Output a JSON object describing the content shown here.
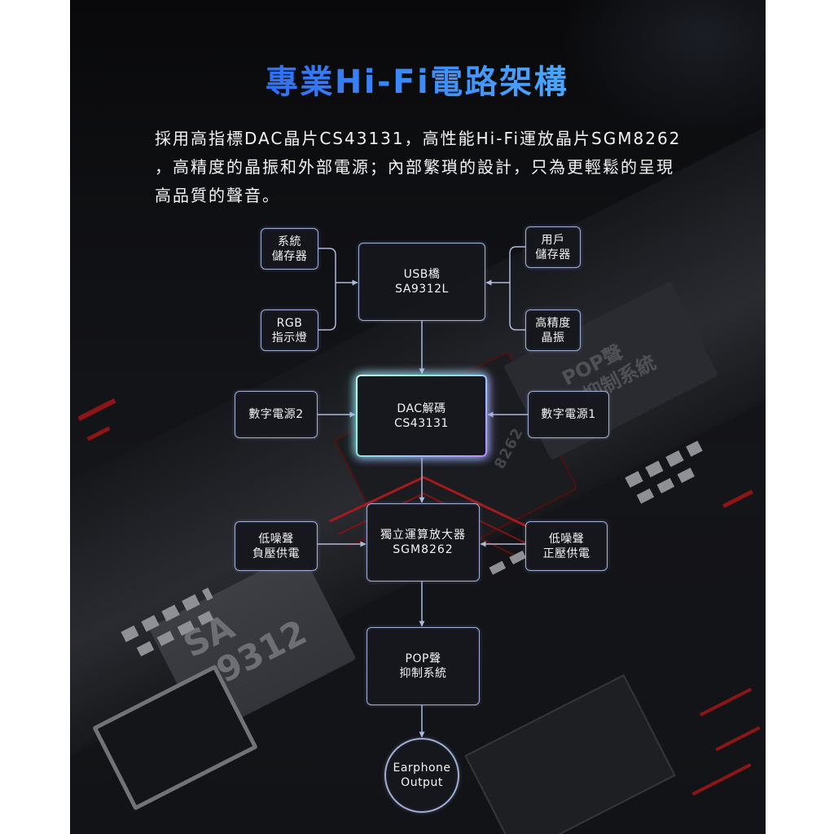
{
  "title": "專業Hi-Fi電路架構",
  "intro": {
    "lines": [
      "採用高指標DAC晶片CS43131，高性能Hi-Fi運放晶片SGM8262",
      "，高精度的晶振和外部電源；內部繁瑣的設計，只為更輕鬆的呈現",
      "高品質的聲音。"
    ]
  },
  "diagram": {
    "system_storage": [
      "系統",
      "儲存器"
    ],
    "rgb_indicator": [
      "RGB",
      "指示燈"
    ],
    "usb_bridge": [
      "USB橋",
      "SA9312L"
    ],
    "user_storage": [
      "用戶",
      "儲存器"
    ],
    "crystal": [
      "高精度",
      "晶振"
    ],
    "digital_power_2": [
      "數字電源2"
    ],
    "dac": [
      "DAC解碼",
      "CS43131"
    ],
    "digital_power_1": [
      "數字電源1"
    ],
    "negative_supply": [
      "低噪聲",
      "負壓供電"
    ],
    "op_amp": [
      "獨立運算放大器",
      "SGM8262"
    ],
    "positive_supply": [
      "低噪聲",
      "正壓供電"
    ],
    "pop_suppression": [
      "POP聲",
      "抑制系統"
    ],
    "output": [
      "Earphone",
      "Output"
    ]
  },
  "background_labels": {
    "chip_sa": [
      "SA",
      "9312"
    ],
    "chip_pop": [
      "POP聲",
      "抑制系統"
    ],
    "chip_dac": "8262"
  },
  "colors": {
    "title_start": "#2f6ff2",
    "title_end": "#4aa8ff",
    "node_border": "#a2aed6",
    "connector": "#aeb9dc",
    "dac_glow_start": "#7ef5d4",
    "dac_glow_end": "#b88bff",
    "panel_bg": "#141519",
    "text": "#f3f3f3"
  }
}
